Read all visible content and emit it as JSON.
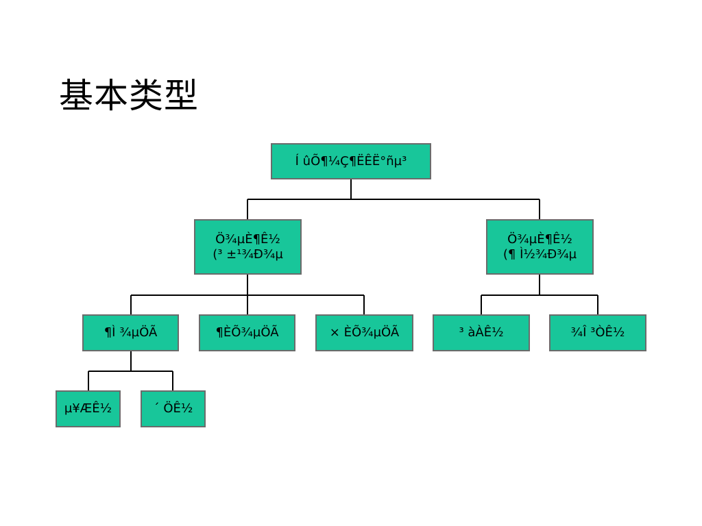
{
  "page": {
    "title": "基本类型"
  },
  "diagram": {
    "nodes": {
      "root": {
        "line1": "Í ûÕ¶¼Ç¶ËÊË°ñµ³",
        "line2": ""
      },
      "left_group": {
        "line1": "Ö¾µÈ¶Ê½",
        "line2": "(³ ±¹¾Ð¾µ"
      },
      "right_group": {
        "line1": "Ö¾µÈ¶Ê½",
        "line2": "(¶ Ì½¾Ð¾µ"
      },
      "leaf_1": {
        "line1": "¶Ì ¾µÖÃ",
        "line2": ""
      },
      "leaf_2": {
        "line1": "¶ÈÕ¾µÖÃ",
        "line2": ""
      },
      "leaf_3": {
        "line1": "× ÈÕ¾µÖÃ",
        "line2": ""
      },
      "leaf_4": {
        "line1": "³ àÀÊ½",
        "line2": ""
      },
      "leaf_5": {
        "line1": "¾Î ³ÒÊ½",
        "line2": ""
      },
      "sub_1": {
        "line1": "µ¥ÆÊ½",
        "line2": ""
      },
      "sub_2": {
        "line1": "´ ÖÊ½",
        "line2": ""
      }
    }
  }
}
